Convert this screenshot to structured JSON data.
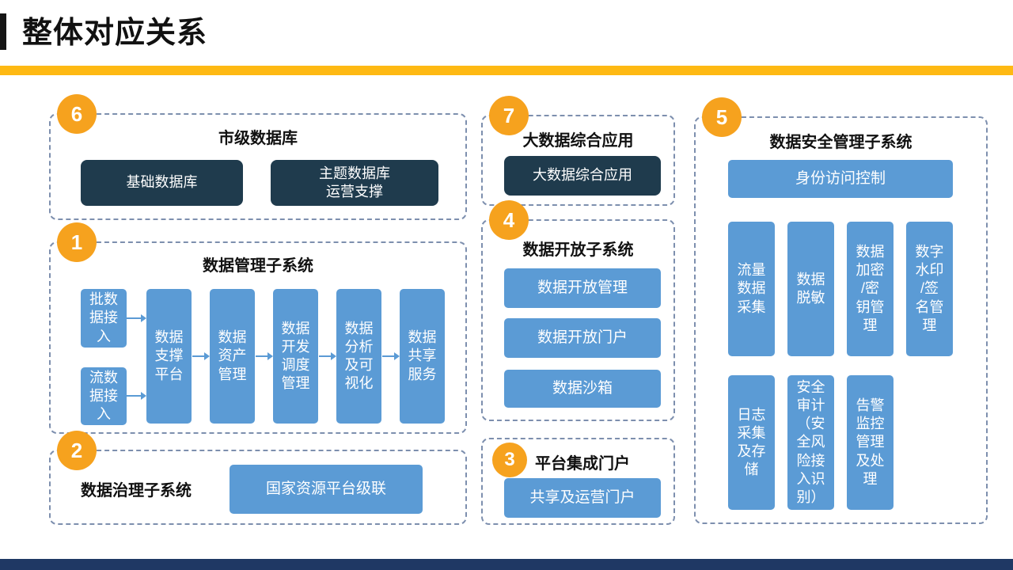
{
  "header": {
    "title": "整体对应关系"
  },
  "colors": {
    "accent_yellow": "#FEB913",
    "box_blue": "#5B9BD5",
    "box_navy": "#1F3B4D",
    "badge_orange": "#F6A21E",
    "footer_navy": "#1F3864",
    "dashed_border": "#7D8FAE"
  },
  "groups": {
    "city_db": {
      "number": "6",
      "title": "市级数据库",
      "items": [
        "基础数据库",
        "主题数据库\n运营支撑"
      ]
    },
    "data_mgmt": {
      "number": "1",
      "title": "数据管理子系统",
      "inputs": [
        "批数\n据接\n入",
        "流数\n据接\n入"
      ],
      "pipeline": [
        "数据\n支撑\n平台",
        "数据\n资产\n管理",
        "数据\n开发\n调度\n管理",
        "数据\n分析\n及可\n视化",
        "数据\n共享\n服务"
      ]
    },
    "data_gov": {
      "number": "2",
      "title": "数据治理子系统",
      "items": [
        "国家资源平台级联"
      ]
    },
    "bigdata_app": {
      "number": "7",
      "title": "大数据综合应用",
      "items": [
        "大数据综合应用"
      ]
    },
    "data_open": {
      "number": "4",
      "title": "数据开放子系统",
      "items": [
        "数据开放管理",
        "数据开放门户",
        "数据沙箱"
      ]
    },
    "portal": {
      "number": "3",
      "title": "平台集成门户",
      "items": [
        "共享及运营门户"
      ]
    },
    "security": {
      "number": "5",
      "title": "数据安全管理子系统",
      "top_item": "身份访问控制",
      "row1": [
        "流量\n数据\n采集",
        "数据\n脱敏",
        "数据\n加密\n/密\n钥管\n理",
        "数字\n水印\n/签\n名管\n理"
      ],
      "row2": [
        "日志\n采集\n及存\n储",
        "安全\n审计\n（安\n全风\n险接\n入识\n别）",
        "告警\n监控\n管理\n及处\n理"
      ]
    }
  }
}
